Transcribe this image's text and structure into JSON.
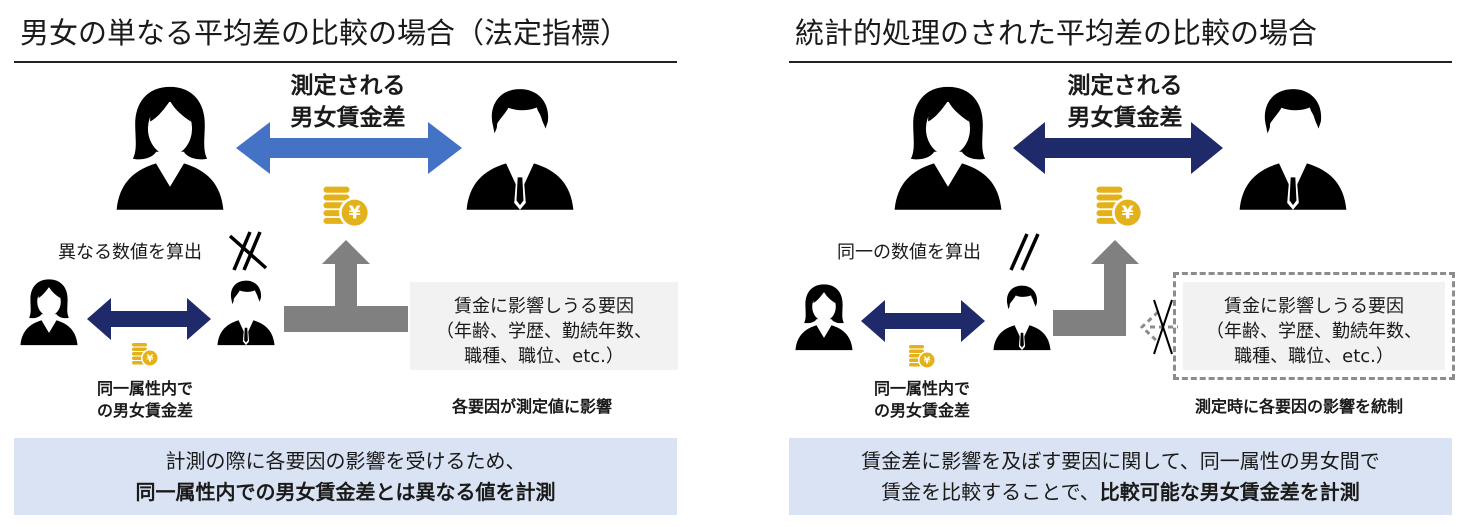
{
  "left": {
    "title": "男女の単なる平均差の比較の場合（法定指標）",
    "measured_label_1": "測定される",
    "measured_label_2": "男女賃金差",
    "different_value": "異なる数値を算出",
    "group_label_1": "同一属性内で",
    "group_label_2": "の男女賃金差",
    "factor_line_1": "賃金に影響しうる要因",
    "factor_line_2": "（年齢、学歴、勤続年数、",
    "factor_line_3": "職種、職位、etc.）",
    "factor_note": "各要因が測定値に影響",
    "bottom_line_1": "計測の際に各要因の影響を受けるため、",
    "bottom_line_2": "同一属性内での男女賃金差とは異なる値を計測"
  },
  "right": {
    "title": "統計的処理のされた平均差の比較の場合",
    "measured_label_1": "測定される",
    "measured_label_2": "男女賃金差",
    "same_value": "同一の数値を算出",
    "group_label_1": "同一属性内で",
    "group_label_2": "の男女賃金差",
    "factor_line_1": "賃金に影響しうる要因",
    "factor_line_2": "（年齢、学歴、勤続年数、",
    "factor_line_3": "職種、職位、etc.）",
    "factor_note": "測定時に各要因の影響を統制",
    "bottom_line_1": "賃金差に影響を及ぼす要因に関して、同一属性の男女間で",
    "bottom_line_2a": "賃金を比較することで、",
    "bottom_line_2b": "比較可能な男女賃金差を計測"
  },
  "colors": {
    "light_arrow": "#4472c4",
    "dark_arrow": "#1f2a6b",
    "gray_arrow": "#808080",
    "coin": "#e3b21a",
    "bottom_box": "#dae3f3",
    "factor_box": "#f2f2f2"
  },
  "icons": [
    "woman-icon",
    "man-icon",
    "yen-coin-icon",
    "not-equal-icon",
    "equal-icon",
    "double-arrow-icon",
    "t-arrow-icon",
    "l-arrow-icon",
    "blocked-arrow-icon"
  ]
}
